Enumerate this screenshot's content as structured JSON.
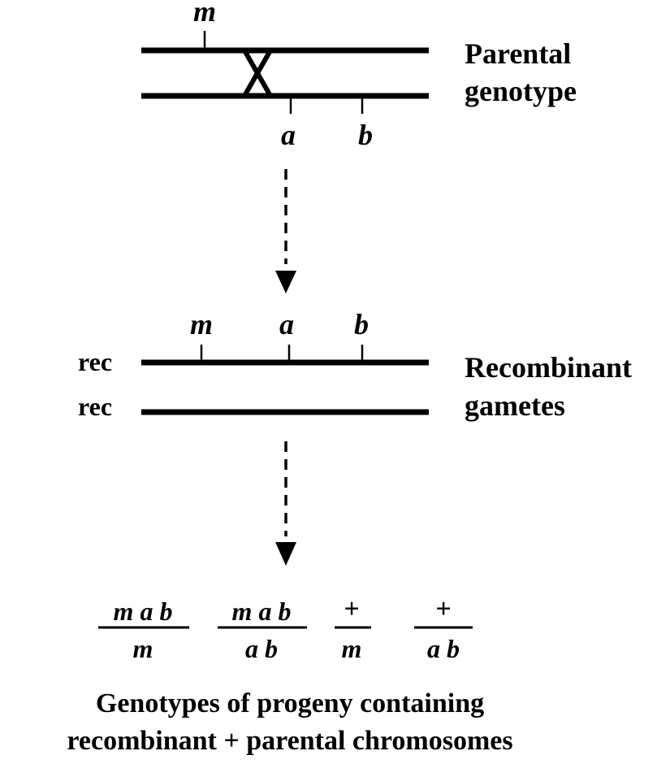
{
  "parental": {
    "label_line1": "Parental",
    "label_line2": "genotype",
    "top_marker": "m",
    "bottom_marker_1": "a",
    "bottom_marker_2": "b"
  },
  "recombinant": {
    "label_line1": "Recombinant",
    "label_line2": "gametes",
    "rec_label_1": "rec",
    "rec_label_2": "rec",
    "marker_1": "m",
    "marker_2": "a",
    "marker_3": "b"
  },
  "progeny": {
    "genotypes": [
      {
        "numerator": "m a b",
        "denominator": "m"
      },
      {
        "numerator": "m a b",
        "denominator": "a b"
      },
      {
        "numerator": "+",
        "denominator": "m"
      },
      {
        "numerator": "+",
        "denominator": "a b"
      }
    ],
    "caption_line1": "Genotypes of progeny containing",
    "caption_line2": "recombinant + parental chromosomes"
  }
}
